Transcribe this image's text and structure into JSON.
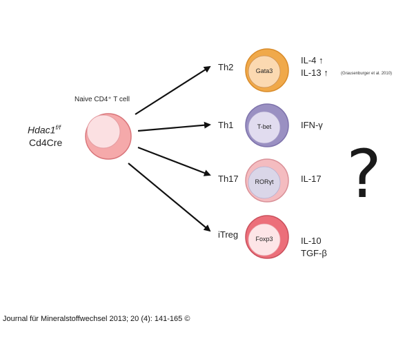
{
  "genotype": {
    "gene": "Hdac1",
    "superscript": "f/f",
    "driver": "Cd4Cre"
  },
  "naive_cell": {
    "label": "Naive CD4⁺ T cell"
  },
  "subsets": [
    {
      "name": "Th2",
      "tf": "Gata3",
      "cytokines": [
        "IL-4 ↑",
        "IL-13 ↑"
      ],
      "citation": "(Grausenburger et al. 2010)",
      "colors": {
        "outer": "#f0a94a",
        "outer_stroke": "#d88b2a",
        "inner": "#fbd9b1"
      }
    },
    {
      "name": "Th1",
      "tf": "T-bet",
      "cytokines": [
        "IFN-γ"
      ],
      "colors": {
        "outer": "#9a90c2",
        "outer_stroke": "#7d72ab",
        "inner": "#e1dcef"
      }
    },
    {
      "name": "Th17",
      "tf": "RORγt",
      "cytokines": [
        "IL-17"
      ],
      "colors": {
        "outer": "#f4bcc0",
        "outer_stroke": "#d99097",
        "inner": "#dad6e8"
      }
    },
    {
      "name": "iTreg",
      "tf": "Foxp3",
      "cytokines": [
        "IL-10",
        "TGF-β"
      ],
      "colors": {
        "outer": "#ec6f7a",
        "outer_stroke": "#c9505c",
        "inner": "#fde5e7"
      }
    }
  ],
  "question_mark": "?",
  "footer": "Journal für Mineralstoffwechsel 2013; 20 (4): 141-165 ©"
}
